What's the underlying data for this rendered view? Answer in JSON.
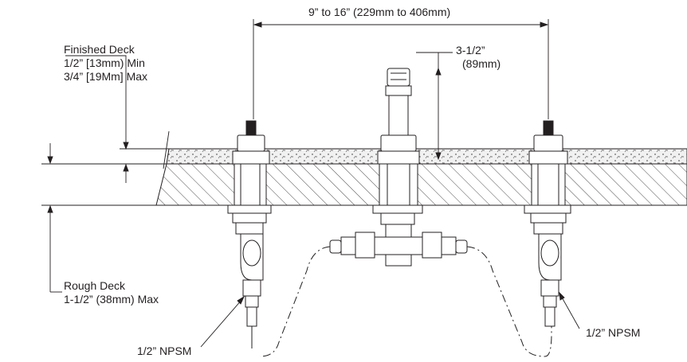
{
  "labels": {
    "spread_dimension": "9” to 16” (229mm to 406mm)",
    "finished_deck": {
      "title": "Finished Deck",
      "min": "1/2” [13mm) Min",
      "max": "3/4” [19Mm] Max"
    },
    "spout_height": {
      "imperial": "3-1/2”",
      "metric": "(89mm)"
    },
    "rough_deck": {
      "title": "Rough Deck",
      "max": "1-1/2” (38mm) Max"
    },
    "connection_left": "1/2” NPSM",
    "connection_right": "1/2” NPSM"
  },
  "colors": {
    "line": "#231f20",
    "background": "#ffffff"
  }
}
